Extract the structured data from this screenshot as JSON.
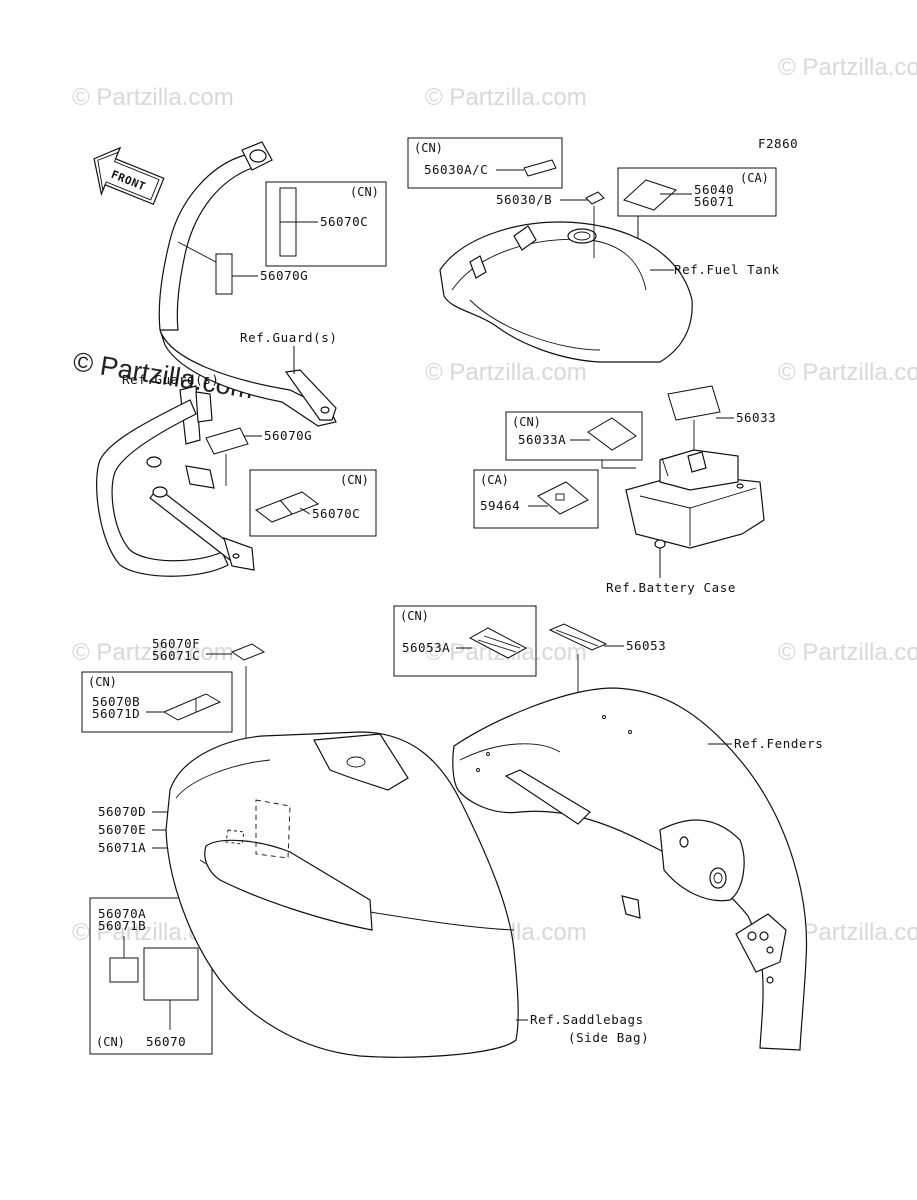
{
  "figure_code": "F2860",
  "front_arrow_label": "FRONT",
  "watermark": {
    "faint_text": "© Partzilla.com",
    "prominent_text": "© Partzilla.com"
  },
  "region_tags": {
    "cn": "(CN)",
    "ca": "(CA)"
  },
  "references": {
    "guard_upper": "Ref.Guard(s)",
    "guard_lower": "Ref.Guard(s)",
    "fuel_tank": "Ref.Fuel Tank",
    "battery_case": "Ref.Battery Case",
    "fenders": "Ref.Fenders",
    "saddlebags_line1": "Ref.Saddlebags",
    "saddlebags_line2": "(Side Bag)"
  },
  "parts": {
    "p56070C_upper": "56070C",
    "p56070G_upper": "56070G",
    "p56070G_lower": "56070G",
    "p56070C_lower": "56070C",
    "p56030AC": "56030A/C",
    "p56030B": "56030/B",
    "p56040": "56040",
    "p56071": "56071",
    "p56033": "56033",
    "p56033A": "56033A",
    "p59464": "59464",
    "p56053A": "56053A",
    "p56053": "56053",
    "p56070F": "56070F",
    "p56071C": "56071C",
    "p56070B": "56070B",
    "p56071D": "56071D",
    "p56070D": "56070D",
    "p56070E": "56070E",
    "p56071A": "56071A",
    "p56070A": "56070A",
    "p56071B": "56071B",
    "p56070": "56070"
  }
}
